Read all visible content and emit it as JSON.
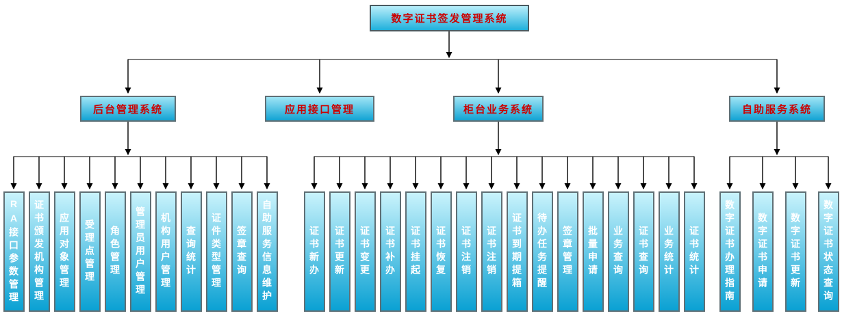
{
  "diagram": {
    "root": {
      "label": "数字证书签发管理系统"
    },
    "branches": [
      {
        "id": "backend-management",
        "label": "后台管理系统",
        "children": [
          "RA接口参数管理",
          "证书颁发机构管理",
          "应用对象管理",
          "受理点管理",
          "角色管理",
          "管理员用户管理",
          "机构用户管理",
          "查询统计",
          "证件类型管理",
          "签章查询",
          "自助服务信息维护"
        ]
      },
      {
        "id": "application-interface",
        "label": "应用接口管理",
        "children": []
      },
      {
        "id": "counter-business",
        "label": "柜台业务系统",
        "children": [
          "证书新办",
          "证书更新",
          "证书变更",
          "证书补办",
          "证书挂起",
          "证书恢复",
          "证书注销",
          "证书注销",
          "证书到期提箱",
          "待办任务提醒",
          "签章管理",
          "批量申请",
          "业务查询",
          "证书查询",
          "业务统计",
          "证书统计"
        ]
      },
      {
        "id": "self-service",
        "label": "自助服务系统",
        "children": [
          "数字证书办理指南",
          "数字证书申请",
          "数字证书更新",
          "数字证书状态查询"
        ]
      }
    ],
    "colors": {
      "leaf_gradient_top": "#c9f3fc",
      "leaf_gradient_bottom": "#0aa1d3",
      "header_gradient_top": "#9fe5f5",
      "header_gradient_bottom": "#12a3d4",
      "border": "#5f6f75",
      "title_text": "#cc0000",
      "leaf_text": "#ffffff",
      "connector": "#000000"
    }
  }
}
